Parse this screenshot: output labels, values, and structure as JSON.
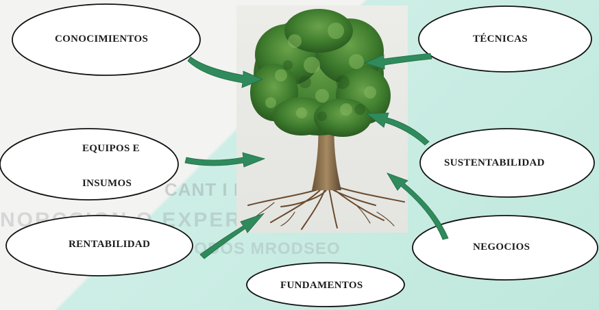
{
  "nodes": {
    "conocimientos": "CONOCIMIENTOS",
    "tecnicas": "TÉCNICAS",
    "equipos_line1": "EQUIPOS E",
    "equipos_line2": "INSUMOS",
    "sustentabilidad": "SUSTENTABILIDAD",
    "rentabilidad": "RENTABILIDAD",
    "negocios": "NEGOCIOS",
    "fundamentos": "FUNDAMENTOS"
  },
  "colors": {
    "arrow": "#2f8a5c",
    "background_green": "#c3eadf",
    "ellipse_stroke": "#111111"
  }
}
